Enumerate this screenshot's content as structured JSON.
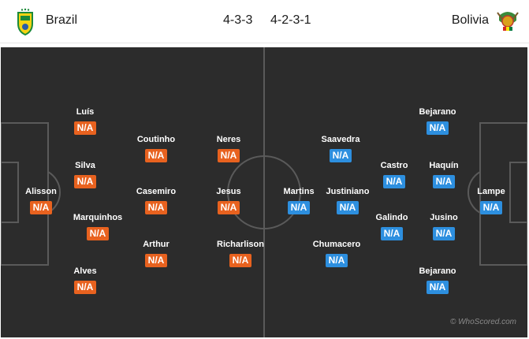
{
  "header": {
    "home_team": "Brazil",
    "away_team": "Bolivia",
    "home_formation": "4-3-3",
    "away_formation": "4-2-3-1",
    "home_crest_icon": "cbf-crest-icon",
    "away_crest_icon": "bolivia-coat-of-arms-icon"
  },
  "colors": {
    "pitch": "#2c2c2c",
    "lines": "#5a5a5a",
    "home_rating": "#e8621f",
    "away_rating": "#2d8fdf"
  },
  "home_players": [
    {
      "name": "Alisson",
      "rating": "N/A"
    },
    {
      "name": "Luís",
      "rating": "N/A"
    },
    {
      "name": "Silva",
      "rating": "N/A"
    },
    {
      "name": "Marquinhos",
      "rating": "N/A"
    },
    {
      "name": "Alves",
      "rating": "N/A"
    },
    {
      "name": "Coutinho",
      "rating": "N/A"
    },
    {
      "name": "Casemiro",
      "rating": "N/A"
    },
    {
      "name": "Arthur",
      "rating": "N/A"
    },
    {
      "name": "Neres",
      "rating": "N/A"
    },
    {
      "name": "Jesus",
      "rating": "N/A"
    },
    {
      "name": "Richarlison",
      "rating": "N/A"
    }
  ],
  "away_players": [
    {
      "name": "Lampe",
      "rating": "N/A"
    },
    {
      "name": "Bejarano",
      "rating": "N/A"
    },
    {
      "name": "Haquín",
      "rating": "N/A"
    },
    {
      "name": "Jusino",
      "rating": "N/A"
    },
    {
      "name": "Bejarano",
      "rating": "N/A"
    },
    {
      "name": "Castro",
      "rating": "N/A"
    },
    {
      "name": "Galindo",
      "rating": "N/A"
    },
    {
      "name": "Saavedra",
      "rating": "N/A"
    },
    {
      "name": "Justiniano",
      "rating": "N/A"
    },
    {
      "name": "Chumacero",
      "rating": "N/A"
    },
    {
      "name": "Martins",
      "rating": "N/A"
    }
  ],
  "watermark": "© WhoScored.com"
}
